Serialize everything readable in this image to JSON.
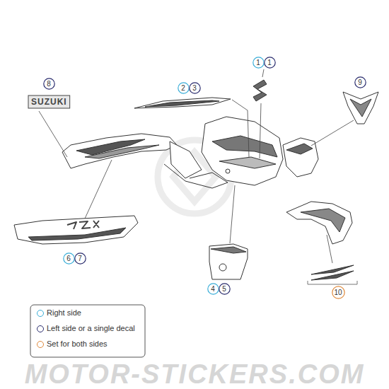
{
  "diagram": {
    "nodes": [
      {
        "text": [
          "8"
        ]
      },
      {
        "text": [
          "1"
        ]
      },
      {
        "text": [
          "1"
        ]
      },
      {
        "text": [
          "2"
        ]
      },
      {
        "text": [
          "3"
        ]
      },
      {
        "text": [
          "9"
        ]
      },
      {
        "text": [
          "6"
        ]
      },
      {
        "text": [
          "7"
        ]
      },
      {
        "text": [
          "4"
        ]
      },
      {
        "text": [
          "5"
        ]
      },
      {
        "text": [
          "10"
        ]
      }
    ],
    "labels": [
      "SUZUKI",
      "MOTOR-STICKERS.COM"
    ],
    "legend": [
      {
        "text": "Right side",
        "color": "#3aaed8"
      },
      {
        "text": "Left side or a single decal",
        "color": "#2b2d6e"
      },
      {
        "text": "Set for both sides",
        "color": "#e08a3c"
      }
    ]
  }
}
